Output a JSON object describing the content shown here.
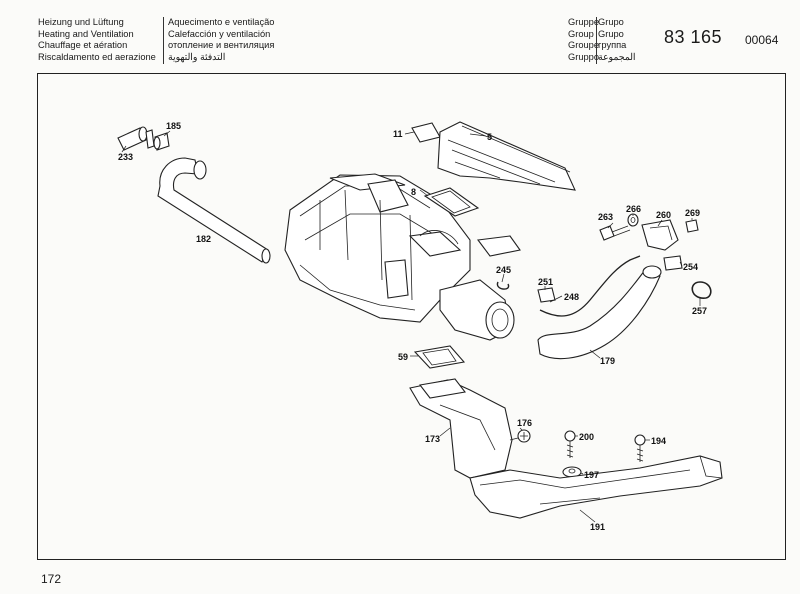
{
  "header": {
    "left_lines": [
      "Heizung und Lüftung",
      "Heating and Ventilation",
      "Chauffage et aération",
      "Riscaldamento ed aerazione"
    ],
    "middle_lines": [
      "Aquecimento e ventilação",
      "Calefacción y ventilación",
      "отопление и вентиляция",
      "التدفئة والتهوية"
    ],
    "group_lines_1": [
      "Gruppe",
      "Group",
      "Groupe",
      "Gruppo"
    ],
    "group_lines_2": [
      "Grupo",
      "Grupo",
      "группа",
      "المجموعة"
    ],
    "group_number": "83 165",
    "page_code": "00064"
  },
  "page_number": "172",
  "callouts": [
    {
      "id": "c-11",
      "text": "11"
    },
    {
      "id": "c-5",
      "text": "5"
    },
    {
      "id": "c-185",
      "text": "185"
    },
    {
      "id": "c-233",
      "text": "233"
    },
    {
      "id": "c-182",
      "text": "182"
    },
    {
      "id": "c-8",
      "text": "8"
    },
    {
      "id": "c-263",
      "text": "263"
    },
    {
      "id": "c-266",
      "text": "266"
    },
    {
      "id": "c-260",
      "text": "260"
    },
    {
      "id": "c-269",
      "text": "269"
    },
    {
      "id": "c-245",
      "text": "245"
    },
    {
      "id": "c-251",
      "text": "251"
    },
    {
      "id": "c-254",
      "text": "254"
    },
    {
      "id": "c-248",
      "text": "248"
    },
    {
      "id": "c-257",
      "text": "257"
    },
    {
      "id": "c-59",
      "text": "59"
    },
    {
      "id": "c-179",
      "text": "179"
    },
    {
      "id": "c-176",
      "text": "176"
    },
    {
      "id": "c-173",
      "text": "173"
    },
    {
      "id": "c-200",
      "text": "200"
    },
    {
      "id": "c-194",
      "text": "194"
    },
    {
      "id": "c-197",
      "text": "197"
    },
    {
      "id": "c-191",
      "text": "191"
    }
  ]
}
